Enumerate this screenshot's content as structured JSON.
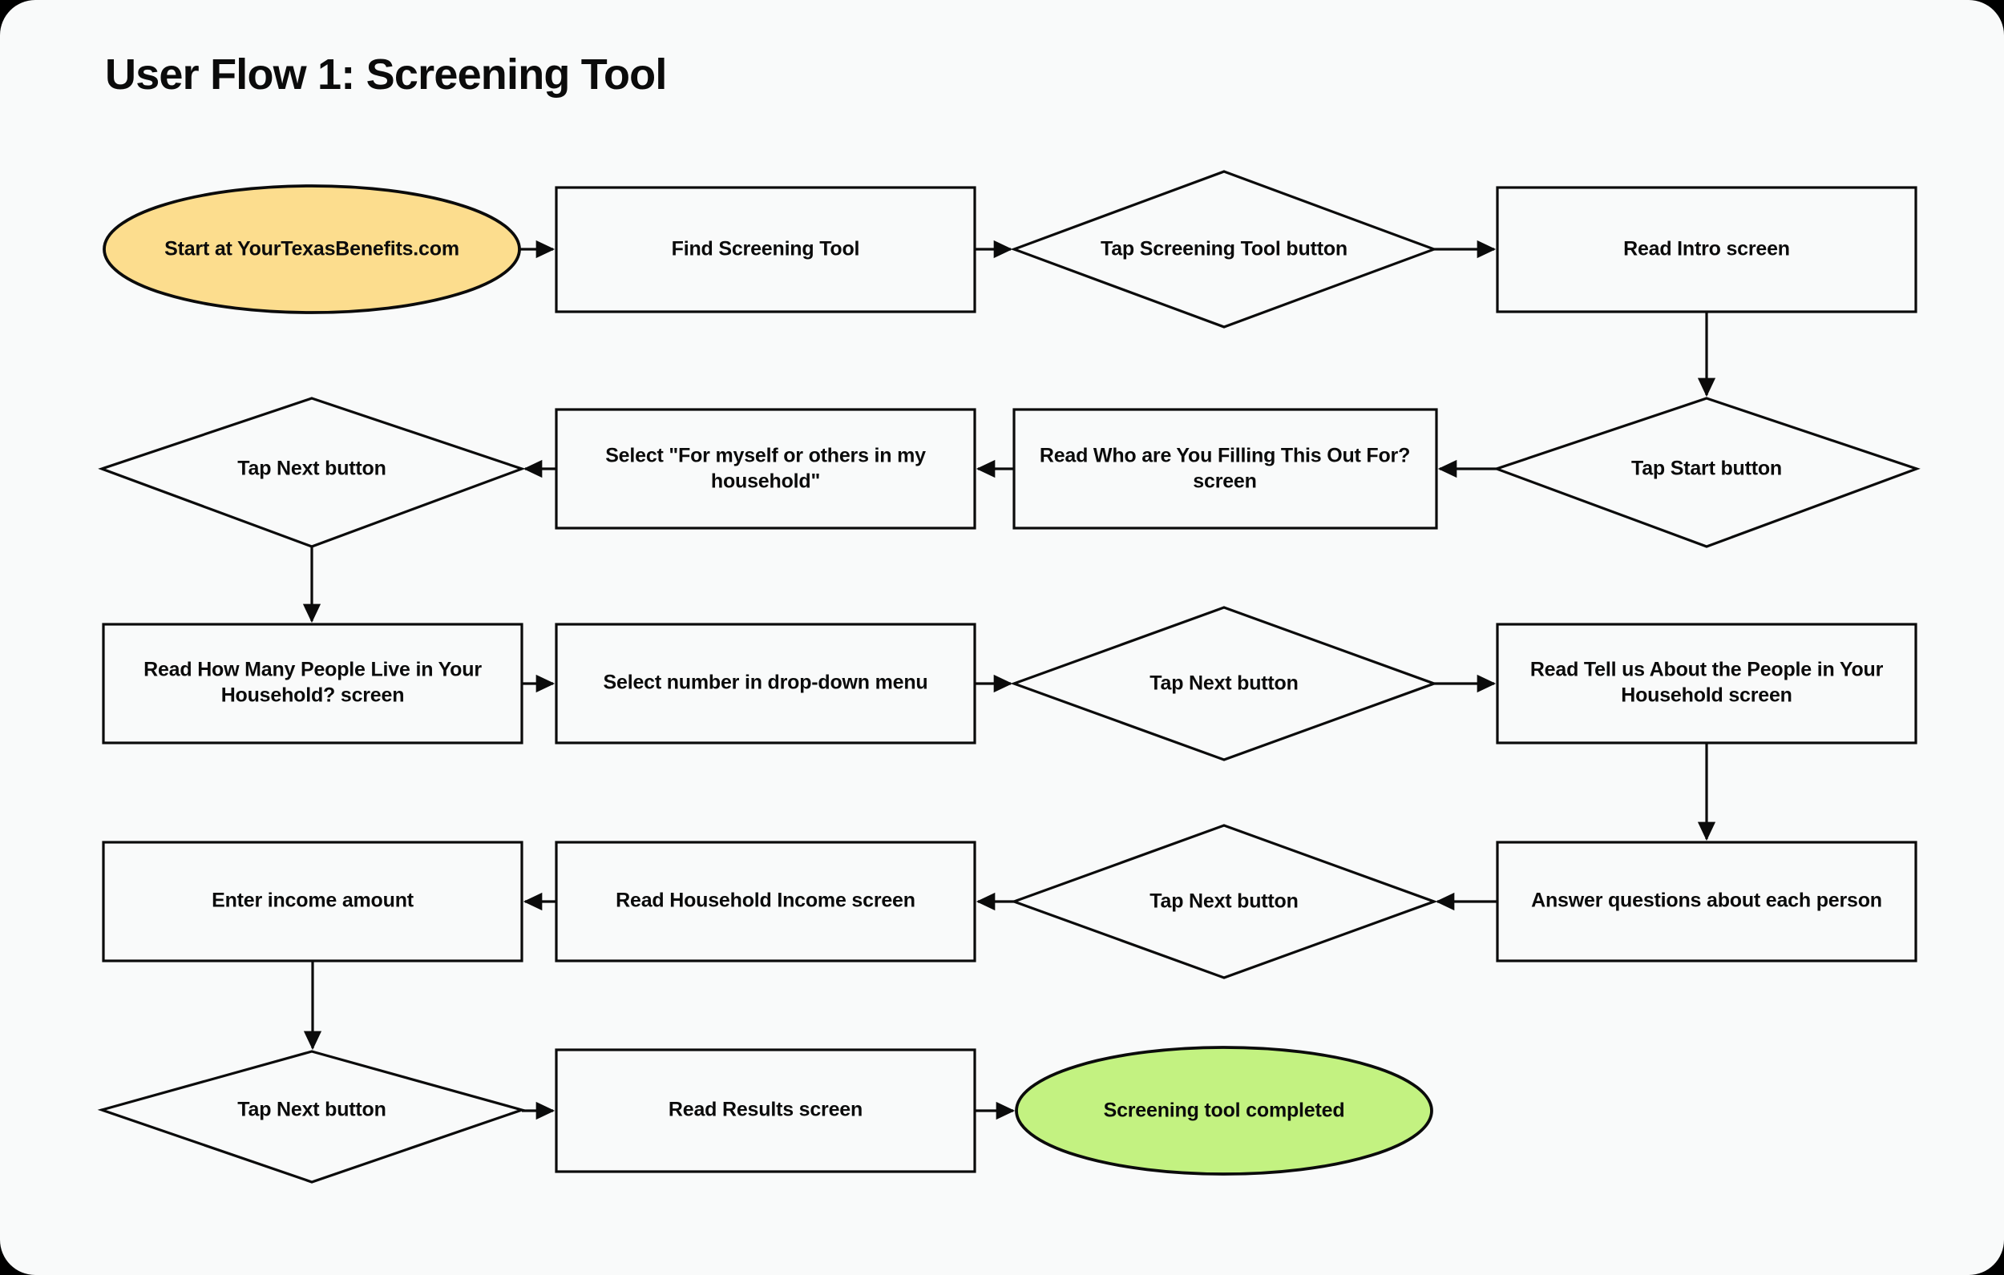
{
  "page": {
    "title": "User Flow 1: Screening Tool",
    "background_color": "#f9fafa",
    "outer_background_color": "#000000"
  },
  "colors": {
    "start_node_fill": "#fcdd8e",
    "end_node_fill": "#c3f281",
    "process_node_fill": "#f9fafa",
    "stroke": "#0b0b0b",
    "text": "#0b0b0b"
  },
  "diagram": {
    "type": "flowchart",
    "direction": "serpentine-left-to-right",
    "nodes": [
      {
        "id": "n1",
        "shape": "oval",
        "label": "Start at YourTexasBenefits.com",
        "lines": [
          "Start at YourTexasBenefits.com"
        ]
      },
      {
        "id": "n2",
        "shape": "rectangle",
        "label": "Find Screening Tool",
        "lines": [
          "Find Screening Tool"
        ]
      },
      {
        "id": "n3",
        "shape": "diamond",
        "label": "Tap Screening Tool button",
        "lines": [
          "Tap Screening Tool button"
        ]
      },
      {
        "id": "n4",
        "shape": "rectangle",
        "label": "Read Intro screen",
        "lines": [
          "Read Intro screen"
        ]
      },
      {
        "id": "n5",
        "shape": "diamond",
        "label": "Tap Start button",
        "lines": [
          "Tap Start button"
        ]
      },
      {
        "id": "n6",
        "shape": "rectangle",
        "label": "Read Who are You Filling This Out For? screen",
        "lines": [
          "Read Who are You Filling This Out For?",
          "screen"
        ]
      },
      {
        "id": "n7",
        "shape": "rectangle",
        "label": "Select \"For myself or others in my household\"",
        "lines": [
          "Select \"For myself or others in my",
          "household\""
        ]
      },
      {
        "id": "n8",
        "shape": "diamond",
        "label": "Tap Next button",
        "lines": [
          "Tap Next button"
        ]
      },
      {
        "id": "n9",
        "shape": "rectangle",
        "label": "Read How Many People Live in Your Household? screen",
        "lines": [
          "Read How Many People Live in Your",
          "Household? screen"
        ]
      },
      {
        "id": "n10",
        "shape": "rectangle",
        "label": "Select number in drop-down menu",
        "lines": [
          "Select number in drop-down menu"
        ]
      },
      {
        "id": "n11",
        "shape": "diamond",
        "label": "Tap Next button",
        "lines": [
          "Tap Next button"
        ]
      },
      {
        "id": "n12",
        "shape": "rectangle",
        "label": "Read Tell us About the People in Your Household screen",
        "lines": [
          "Read Tell us About the People in Your",
          "Household screen"
        ]
      },
      {
        "id": "n13",
        "shape": "rectangle",
        "label": "Answer questions about each person",
        "lines": [
          "Answer questions about each person"
        ]
      },
      {
        "id": "n14",
        "shape": "diamond",
        "label": "Tap Next button",
        "lines": [
          "Tap Next button"
        ]
      },
      {
        "id": "n15",
        "shape": "rectangle",
        "label": "Read Household Income screen",
        "lines": [
          "Read Household Income screen"
        ]
      },
      {
        "id": "n16",
        "shape": "rectangle",
        "label": "Enter income amount",
        "lines": [
          "Enter income amount"
        ]
      },
      {
        "id": "n17",
        "shape": "diamond",
        "label": "Tap Next button",
        "lines": [
          "Tap Next button"
        ]
      },
      {
        "id": "n18",
        "shape": "rectangle",
        "label": "Read Results screen",
        "lines": [
          "Read Results screen"
        ]
      },
      {
        "id": "n19",
        "shape": "oval",
        "label": "Screening tool completed",
        "lines": [
          "Screening tool completed"
        ]
      }
    ],
    "edges": [
      {
        "from": "n1",
        "to": "n2",
        "direction": "right"
      },
      {
        "from": "n2",
        "to": "n3",
        "direction": "right"
      },
      {
        "from": "n3",
        "to": "n4",
        "direction": "right"
      },
      {
        "from": "n4",
        "to": "n5",
        "direction": "down"
      },
      {
        "from": "n5",
        "to": "n6",
        "direction": "left"
      },
      {
        "from": "n6",
        "to": "n7",
        "direction": "left"
      },
      {
        "from": "n7",
        "to": "n8",
        "direction": "left"
      },
      {
        "from": "n8",
        "to": "n9",
        "direction": "down"
      },
      {
        "from": "n9",
        "to": "n10",
        "direction": "right"
      },
      {
        "from": "n10",
        "to": "n11",
        "direction": "right"
      },
      {
        "from": "n11",
        "to": "n12",
        "direction": "right"
      },
      {
        "from": "n12",
        "to": "n13",
        "direction": "down"
      },
      {
        "from": "n13",
        "to": "n14",
        "direction": "left"
      },
      {
        "from": "n14",
        "to": "n15",
        "direction": "left"
      },
      {
        "from": "n15",
        "to": "n16",
        "direction": "left"
      },
      {
        "from": "n16",
        "to": "n17",
        "direction": "down"
      },
      {
        "from": "n17",
        "to": "n18",
        "direction": "right"
      },
      {
        "from": "n18",
        "to": "n19",
        "direction": "right"
      }
    ]
  }
}
